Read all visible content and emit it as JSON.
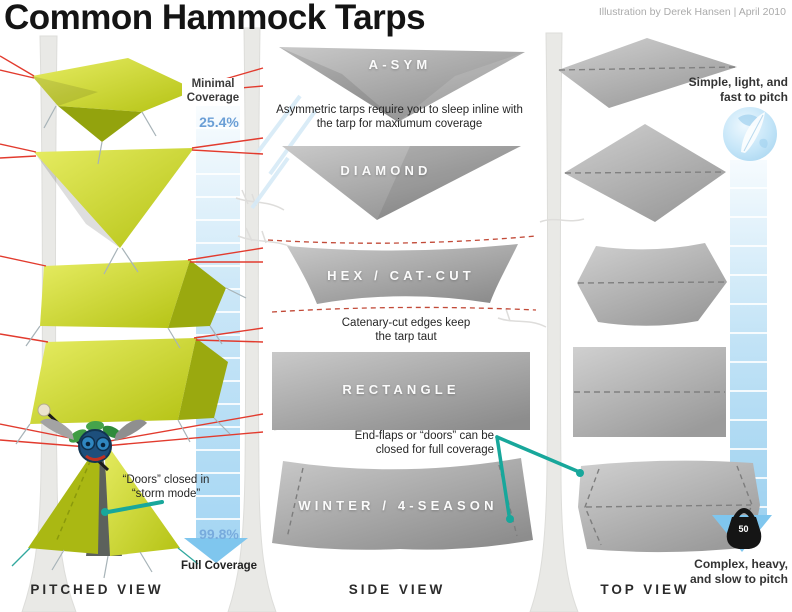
{
  "header": {
    "title": "Common Hammock Tarps",
    "credit": "Illustration by Derek Hansen | April 2010"
  },
  "gauge": {
    "minimal_label": "Minimal Coverage",
    "minimal_value": "25.4%",
    "full_value": "99.8%",
    "full_label": "Full Coverage"
  },
  "tarps": [
    {
      "label": "A-SYM",
      "note": "Asymmetric tarps require you to sleep inline with the tarp for maxiumum coverage"
    },
    {
      "label": "DIAMOND"
    },
    {
      "label": "HEX / CAT-CUT",
      "note": "Catenary-cut edges keep the tarp taut"
    },
    {
      "label": "RECTANGLE"
    },
    {
      "label": "WINTER / 4-SEASON",
      "note": "End-flaps or “doors” can be closed for full coverage"
    }
  ],
  "pitched_view": {
    "storm_note": "“Doors” closed in “storm mode”"
  },
  "top_view": {
    "simple_note": "Simple, light, and fast to pitch",
    "complex_note": "Complex, heavy, and slow to pitch",
    "weight_value": "50"
  },
  "footers": {
    "pitched": "PITCHED VIEW",
    "side": "SIDE VIEW",
    "top": "TOP VIEW"
  },
  "colors": {
    "tarp_green": "#bfcb1c",
    "tarp_gray": "#a5a5a5",
    "gauge_blue": "#a9d9f4",
    "guyline_red": "#e23b2e",
    "callout_teal": "#18a79b",
    "percent_blue": "#6b9fd6"
  }
}
